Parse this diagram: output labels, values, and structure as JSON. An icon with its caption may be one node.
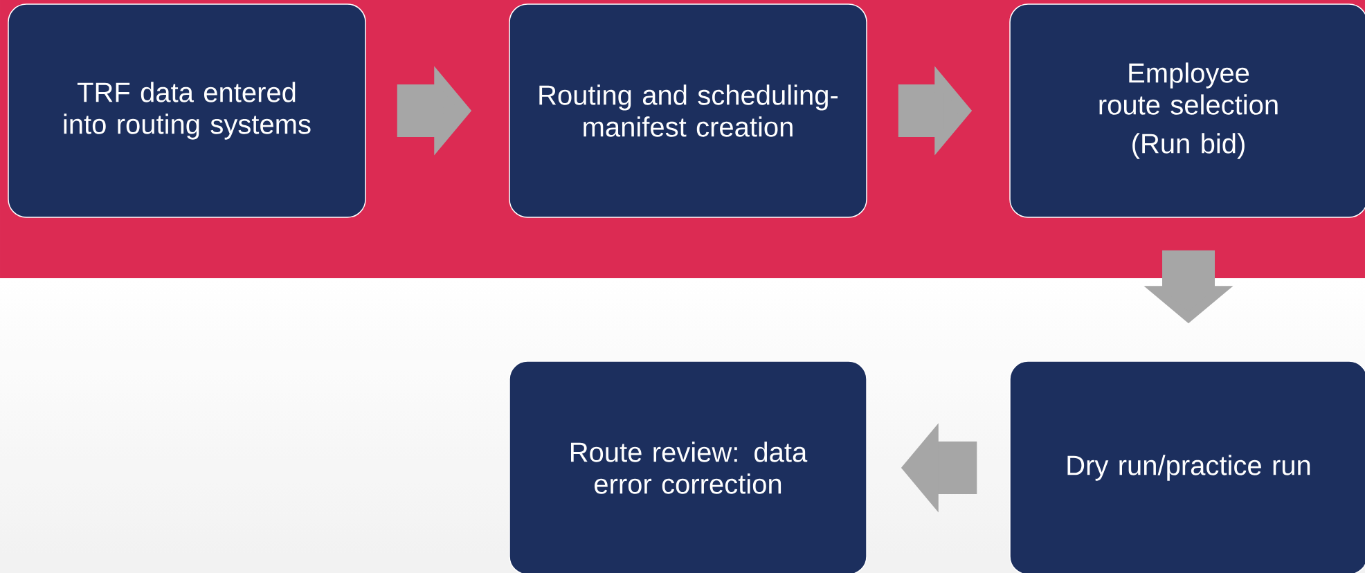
{
  "diagram": {
    "nodes": [
      {
        "text": [
          "TRF data entered into routing systems"
        ]
      },
      {
        "text": [
          "Routing and scheduling-manifest creation"
        ]
      },
      {
        "text": [
          "Employee route selection",
          "(Run bid)"
        ]
      },
      {
        "text": [
          "Route review: data error correction"
        ]
      },
      {
        "text": [
          "Dry run/practice run"
        ]
      }
    ],
    "edges": [
      {
        "from": 0,
        "to": 1,
        "arrow": "to"
      },
      {
        "from": 1,
        "to": 2,
        "arrow": "to"
      },
      {
        "from": 2,
        "to": 4,
        "arrow": "to"
      },
      {
        "from": 4,
        "to": 3,
        "arrow": "to"
      }
    ]
  }
}
